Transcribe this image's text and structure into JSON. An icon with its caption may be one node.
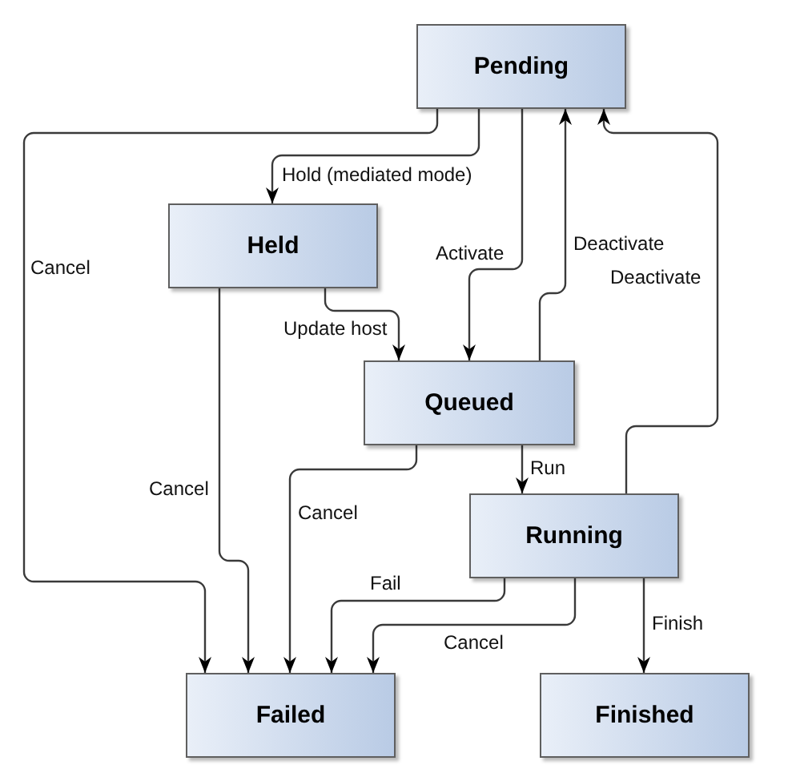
{
  "diagram": {
    "nodes": [
      {
        "text": [
          "Pending"
        ]
      },
      {
        "text": [
          "Held"
        ]
      },
      {
        "text": [
          "Queued"
        ]
      },
      {
        "text": [
          "Running"
        ]
      },
      {
        "text": [
          "Failed"
        ]
      },
      {
        "text": [
          "Finished"
        ]
      }
    ],
    "edges": [
      {
        "from": 0,
        "to": 4,
        "arrow": "to",
        "label": "Cancel"
      },
      {
        "from": 0,
        "to": 1,
        "arrow": "to",
        "label": "Hold (mediated mode)"
      },
      {
        "from": 0,
        "to": 2,
        "arrow": "to",
        "label": "Activate"
      },
      {
        "from": 2,
        "to": 0,
        "arrow": "to",
        "label": "Deactivate"
      },
      {
        "from": 3,
        "to": 0,
        "arrow": "to",
        "label": "Deactivate"
      },
      {
        "from": 1,
        "to": 2,
        "arrow": "to",
        "label": "Update host"
      },
      {
        "from": 1,
        "to": 4,
        "arrow": "to",
        "label": "Cancel"
      },
      {
        "from": 2,
        "to": 4,
        "arrow": "to",
        "label": "Cancel"
      },
      {
        "from": 2,
        "to": 3,
        "arrow": "to",
        "label": "Run"
      },
      {
        "from": 3,
        "to": 4,
        "arrow": "to",
        "label": "Fail"
      },
      {
        "from": 3,
        "to": 4,
        "arrow": "to",
        "label": "Cancel"
      },
      {
        "from": 3,
        "to": 5,
        "arrow": "to",
        "label": "Finish"
      }
    ]
  }
}
